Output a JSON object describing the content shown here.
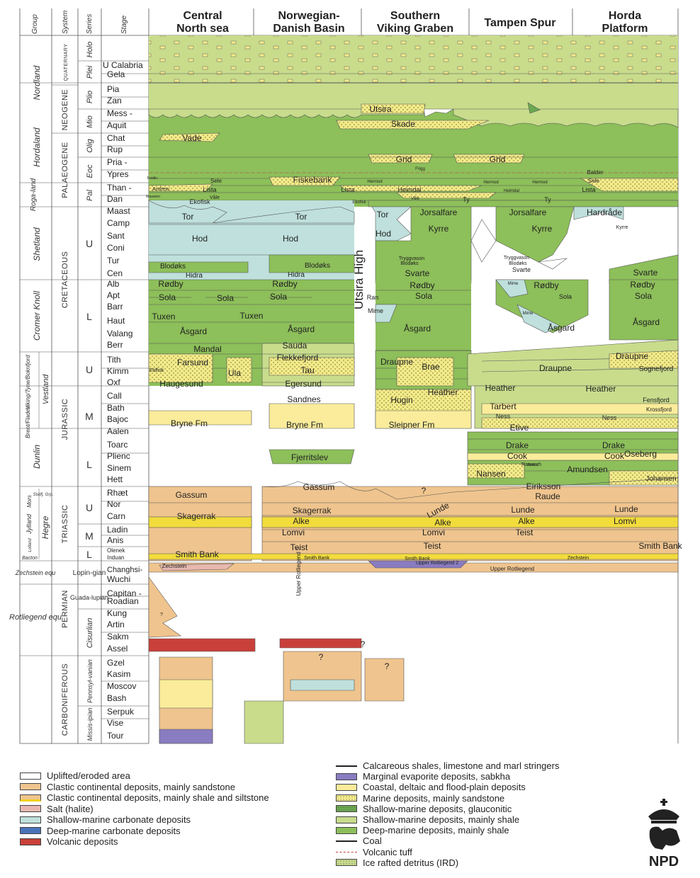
{
  "header": {
    "cols": {
      "group": "Group",
      "system": "System",
      "series": "Series",
      "stage": "Stage"
    },
    "regions": [
      {
        "l1": "Central",
        "l2": "North sea"
      },
      {
        "l1": "Norwegian-",
        "l2": "Danish Basin"
      },
      {
        "l1": "Southern",
        "l2": "Viking Graben"
      },
      {
        "l1": "Tampen Spur",
        "l2": ""
      },
      {
        "l1": "Horda",
        "l2": "Platform"
      }
    ]
  },
  "groups": [
    "Nordland",
    "Hordaland",
    "Roga-land",
    "Shetland",
    "Cromer Knoll",
    "Viking/Tyne/Boknfjord",
    "Brent/Fladen",
    "Dunlin",
    "Statfj. Grp.",
    "Jylland",
    "Lolland",
    "Bacton",
    "Zechstein equ",
    "Rotliegend equ"
  ],
  "groups_vertical": [
    "Vestland",
    "Mors",
    "Hegre"
  ],
  "systems": [
    "QUATERNARY",
    "NEOGENE",
    "PALAEOGENE",
    "CRETACEOUS",
    "JURASSIC",
    "TRIASSIC",
    "PERMIAN",
    "CARBONIFEROUS"
  ],
  "series": [
    "Holo",
    "Plei",
    "Plio",
    "Mio",
    "Olig",
    "Eoc",
    "Pal",
    "U",
    "L",
    "U",
    "M",
    "L",
    "U",
    "M",
    "L",
    "Lopin-gian",
    "Guada-lupian",
    "Cisurlian",
    "Pennsyl-vanian",
    "Missis-ipian"
  ],
  "stages": [
    "U Calabria",
    "Gela",
    "Pia",
    "Zan",
    "Mess -",
    "Aquit",
    "Chat",
    "Rup",
    "Pria -",
    "Ypres",
    "Than -",
    "Dan",
    "Maast",
    "Camp",
    "Sant",
    "Coni",
    "Tur",
    "Cen",
    "Alb",
    "Apt",
    "Barr",
    "Haut",
    "Valang",
    "Berr",
    "Tith",
    "Kimm",
    "Oxf",
    "Call",
    "Bath",
    "Bajoc",
    "Aalen",
    "Toarc",
    "Plienc",
    "Sinem",
    "Hett",
    "Rhæt",
    "Nor",
    "Carn",
    "Ladin",
    "Anis",
    "Olenek",
    "Induan",
    "Changhsi-",
    "Wuchi",
    "Capitan -",
    "Roadian",
    "Kung",
    "Artin",
    "Sakm",
    "Assel",
    "Gzel",
    "Kasim",
    "Moscov",
    "Bash",
    "Serpuk",
    "Vise",
    "Tour"
  ],
  "formations": [
    "Utsira",
    "Skade",
    "Vade",
    "Grid",
    "Grid",
    "Frigg",
    "Balder",
    "Fiskebank",
    "Sele",
    "Sele",
    "Hermod",
    "Hermod",
    "Hermod",
    "Lista",
    "Lista",
    "Lista",
    "Heimdal",
    "Heimdal",
    "Ty",
    "Ty",
    "Ekofisk",
    "Ekofisk",
    "Våle",
    "Våle",
    "Andrew",
    "Fordin",
    "Maureen",
    "Tor",
    "Tor",
    "Tor",
    "Jorsalfare",
    "Jorsalfare",
    "Hardråde",
    "Kyrre",
    "Hod",
    "Hod",
    "Hod",
    "Kyrre",
    "Kyrre",
    "Tryggvason",
    "Tryggvason",
    "Blodøks",
    "Blodøks",
    "Blodøks",
    "Blodøks",
    "Hidra",
    "Hidra",
    "Svarte",
    "Svarte",
    "Svarte",
    "Utsira High",
    "Rødby",
    "Rødby",
    "Rødby",
    "Rødby",
    "Rødby",
    "Sola",
    "Sola",
    "Sola",
    "Sola",
    "Sola",
    "Sola",
    "Ran",
    "Mime",
    "Mime",
    "Mime",
    "Tuxen",
    "Tuxen",
    "Åsgard",
    "Åsgard",
    "Åsgard",
    "Åsgard",
    "Åsgard",
    "Mandal",
    "Sauda",
    "Draupne",
    "Draupne",
    "Draupne",
    "Farsund",
    "Flekkefjord",
    "Brae",
    "Tau",
    "Eldfisk",
    "Ula",
    "Haugesund",
    "Egersund",
    "Heather",
    "Heather",
    "Heather",
    "Sognefjord",
    "Fensfjord",
    "Krossfjord",
    "Sandnes",
    "Hugin",
    "Tarbert",
    "Ness",
    "Ness",
    "Bryne Fm",
    "Bryne Fm",
    "Sleipner Fm",
    "Etive",
    "Oseberg",
    "Rannoch",
    "Drake",
    "Drake",
    "Cook",
    "Cook",
    "Burton",
    "Fjerritslev",
    "Nansen",
    "Amundsen",
    "Johansen",
    "Eiriksson",
    "Gassum",
    "Gassum",
    "Raude",
    "Skagerrak",
    "Skagerrak",
    "Lunde",
    "Lunde",
    "Lunde",
    "Alke",
    "Alke",
    "Alke",
    "Lomvi",
    "Lomvi",
    "Lomvi",
    "Teist",
    "Teist",
    "Teist",
    "Smith Bank",
    "Smith Bank",
    "Smith Bank",
    "Smith Bank",
    "Zechstein",
    "Zechstein",
    "Upper Rotliegend 2",
    "Upper Rotliegend 2",
    "Upper Rotliegend",
    "?",
    "?",
    "?",
    "?",
    "?"
  ],
  "legend": {
    "left": [
      {
        "label": "Uplifted/eroded area",
        "color": "#ffffff"
      },
      {
        "label": "Clastic continental deposits, mainly sandstone",
        "color": "#efc48e"
      },
      {
        "label": "Clastic continental deposits, mainly shale and siltstone",
        "color": "#efc48e",
        "line": "#f0d020"
      },
      {
        "label": "Salt (halite)",
        "color": "#e8b8b0"
      },
      {
        "label": "Shallow-marine carbonate deposits",
        "color": "#bfe0dc"
      },
      {
        "label": "Deep-marine carbonate deposits",
        "color": "#4a72b8"
      },
      {
        "label": "Volcanic deposits",
        "color": "#c9403a"
      }
    ],
    "right": [
      {
        "label": "Calcareous shales, limestone and marl stringers",
        "color": "none",
        "sym": "calc"
      },
      {
        "label": "Marginal evaporite deposits, sabkha",
        "color": "#8a7cc0"
      },
      {
        "label": "Coastal, deltaic and flood-plain deposits",
        "color": "#faec9a"
      },
      {
        "label": "Marine deposits, mainly sandstone",
        "color": "#f3ea8a",
        "sym": "dots"
      },
      {
        "label": "Shallow-marine deposits, glauconitic",
        "color": "#6aa84f",
        "sym": "dots"
      },
      {
        "label": "Shallow-marine deposits, mainly shale",
        "color": "#c8dc8c"
      },
      {
        "label": "Deep-marine deposits, mainly shale",
        "color": "#8dbf5a"
      },
      {
        "label": "Coal",
        "color": "none",
        "sym": "coal"
      },
      {
        "label": "Volcanic tuff",
        "color": "none",
        "sym": "tuff"
      },
      {
        "label": "Ice rafted detritus (IRD)",
        "color": "#c8dc8c",
        "sym": "ird"
      }
    ]
  },
  "logo": {
    "text": "NPD"
  },
  "colors": {
    "deep_shale": "#8dbf5a",
    "shallow_shale": "#c8dc8c",
    "marine_sand": "#f3ea8a",
    "coastal": "#faec9a",
    "continental": "#efc48e",
    "carbonate": "#bfe0dc",
    "salt": "#e8b8b0",
    "volcanic": "#c9403a",
    "evaporite": "#8a7cc0",
    "deep_carb": "#4a72b8",
    "glauconitic": "#6aa84f",
    "alke": "#f2dc3c"
  }
}
